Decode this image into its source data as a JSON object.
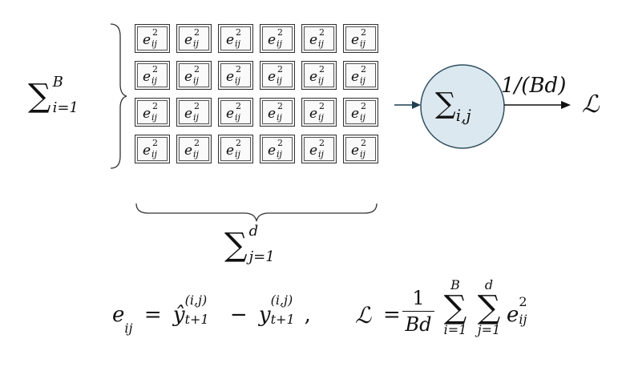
{
  "left_sum": {
    "symbol": "∑",
    "upper": "B",
    "lower": "i=1"
  },
  "bottom_sum": {
    "symbol": "∑",
    "upper": "d",
    "lower": "j=1"
  },
  "grid": {
    "rows": 4,
    "cols": 6,
    "cell_base": "e",
    "cell_sup": "2",
    "cell_sub": "ij"
  },
  "node": {
    "symbol": "∑",
    "sub": "i,j"
  },
  "scale_label": "1/(Bd)",
  "output_label": "ℒ",
  "equation": {
    "e_lhs": "e",
    "e_lhs_sub": "ij",
    "eq": "=",
    "yhat": "ŷ",
    "yhat_sup": "(i,j)",
    "yhat_sub": "t+1",
    "minus": "−",
    "y": "y",
    "y_sup": "(i,j)",
    "y_sub": "t+1",
    "comma": ",",
    "L": "ℒ",
    "eq2": "=",
    "frac_num": "1",
    "frac_den": "Bd",
    "sum1_upper": "B",
    "sum1_lower": "i=1",
    "sum2_upper": "d",
    "sum2_lower": "j=1",
    "sum_symbol": "∑",
    "term_base": "e",
    "term_sup": "2",
    "term_sub": "ij"
  },
  "colors": {
    "cell_fill": "#f2f2f2",
    "cell_border": "#333333",
    "node_fill": "#dce8ef",
    "node_stroke": "#2f4f5f",
    "arrow": "#1f3f52",
    "bracket": "#333333"
  }
}
